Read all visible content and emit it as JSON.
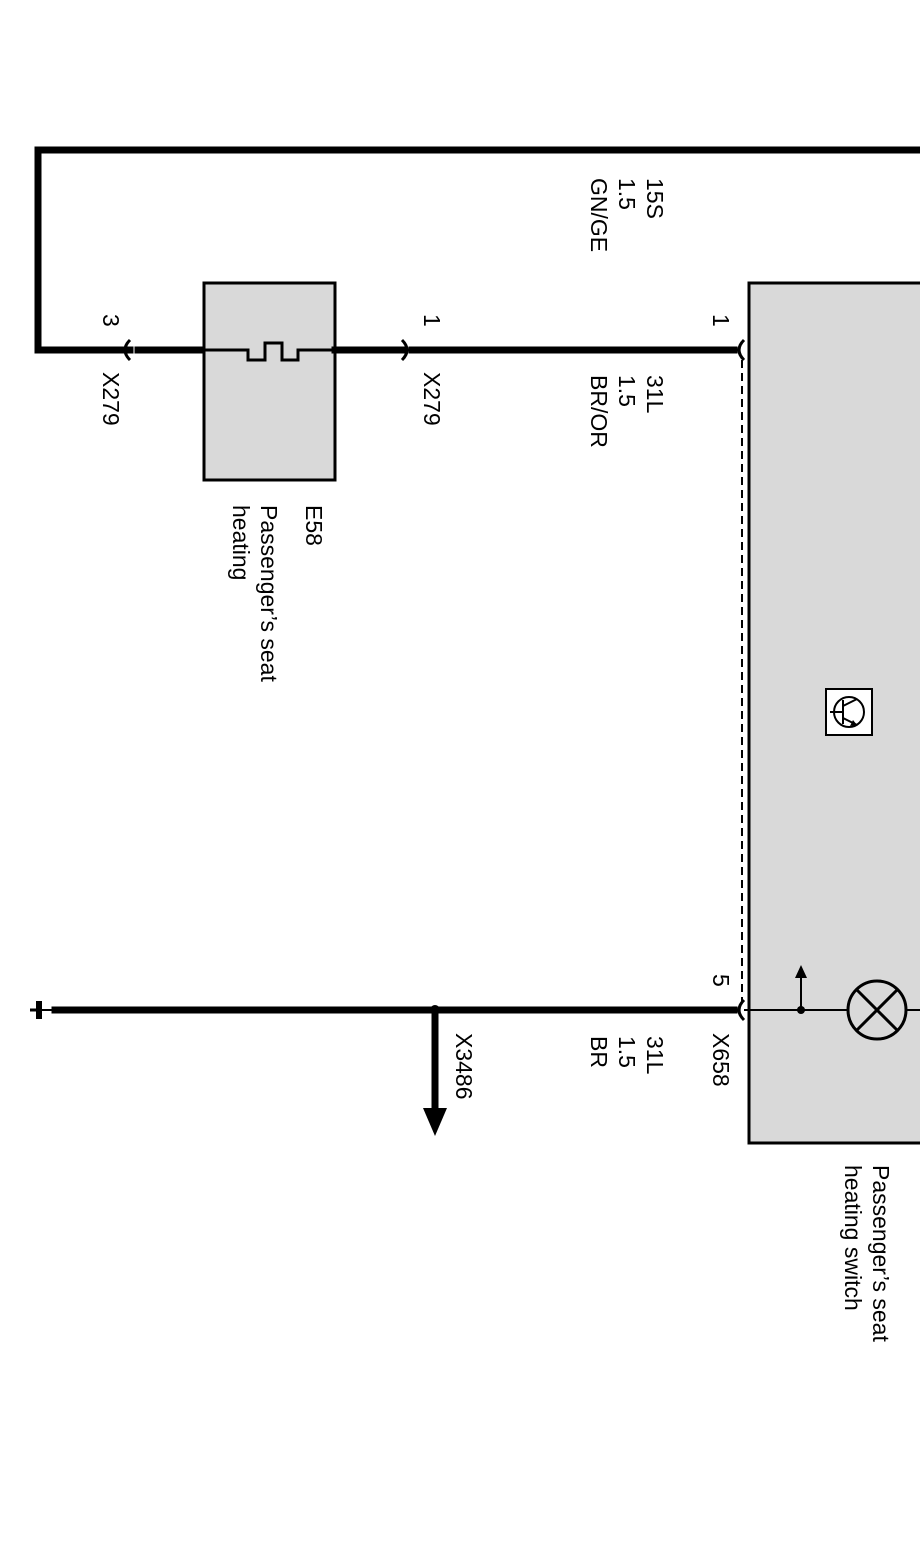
{
  "wire_top": {
    "circuit": "15S",
    "gauge": "1.5",
    "color": "GN/GE"
  },
  "wire_mid": {
    "circuit": "31L",
    "gauge": "1.5",
    "color": "BR/OR"
  },
  "wire_bottom": {
    "circuit": "31L",
    "gauge": "1.5",
    "color": "BR"
  },
  "heater": {
    "id": "E58",
    "name_line1": "Passenger’s seat",
    "name_line2": "heating"
  },
  "switch": {
    "name_line1": "Passenger’s seat",
    "name_line2": "heating switch"
  },
  "connectors": {
    "x279_left": {
      "pin": "3",
      "id": "X279"
    },
    "x279_right": {
      "pin": "1",
      "id": "X279"
    },
    "switch_pin1": {
      "pin": "1"
    },
    "switch_pin5": {
      "pin": "5",
      "id": "X658"
    },
    "ground_ref": {
      "id": "X3486"
    }
  }
}
